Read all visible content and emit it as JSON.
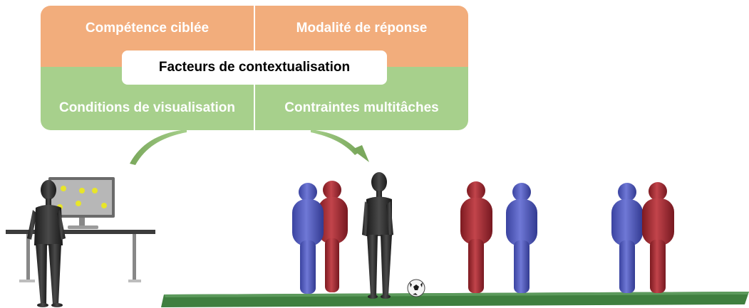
{
  "panel": {
    "top_left": "Compétence ciblée",
    "top_right": "Modalité de réponse",
    "center": "Facteurs de contextualisation",
    "bottom_left": "Conditions de visualisation",
    "bottom_right": "Contraintes multitâches"
  },
  "colors": {
    "orange": "#f2ad7c",
    "green": "#a7d08c",
    "blue_player": "#4a55b5",
    "red_player": "#a5262d",
    "field": "#3f7f3f",
    "figure": "#2d2d2d"
  }
}
